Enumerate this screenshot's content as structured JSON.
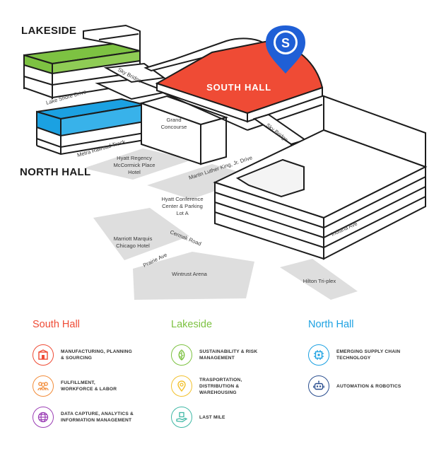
{
  "map": {
    "lakeside_label": "LAKESIDE",
    "north_hall_label": "NORTH HALL",
    "south_hall_label": "SOUTH HALL",
    "streets": {
      "lake_shore": "Lake Shore Drive",
      "sky_bridge_1": "Sky Bridge",
      "sky_bridge_2": "Sky Bridge",
      "metra": "Metra Railroad Track",
      "mlk": "Martin Luther King, Jr. Drive",
      "cermak": "Cermak Road",
      "prairie": "Prairie Ave",
      "indiana": "Indiana Ave"
    },
    "places": {
      "grand_concourse_1": "Grand",
      "grand_concourse_2": "Concourse",
      "hyatt_regency_1": "Hyatt Regency",
      "hyatt_regency_2": "McCormick Place",
      "hyatt_regency_3": "Hotel",
      "hyatt_conf_1": "Hyatt Conference",
      "hyatt_conf_2": "Center & Parking",
      "hyatt_conf_3": "Lot A",
      "marriott_1": "Marriott Marquis",
      "marriott_2": "Chicago Hotel",
      "wintrust": "Wintrust Arena",
      "hilton": "Hilton Tri-plex"
    },
    "marker_letter": "S",
    "colors": {
      "south": "#ef4b35",
      "lakeside": "#7dc242",
      "north": "#1ba1e2",
      "pin": "#1f5fd6",
      "block": "#dcdcdc"
    }
  },
  "legend": {
    "south": {
      "title": "South Hall",
      "color": "#ef4b35",
      "items": [
        {
          "icon": "factory-box-icon",
          "text": "MANUFACTURING, PLANNING\n& SOURCING"
        },
        {
          "icon": "workforce-people-icon",
          "text": "FULFILLMENT,\nWORKFORCE & LABOR"
        },
        {
          "icon": "globe-data-icon",
          "text": "DATA CAPTURE, ANALYTICS &\nINFORMATION MANAGEMENT"
        }
      ]
    },
    "lakeside": {
      "title": "Lakeside",
      "color": "#7dc242",
      "items": [
        {
          "icon": "leaf-icon",
          "text": "SUSTAINABILITY & RISK\nMANAGEMENT",
          "ring": "#7dc242"
        },
        {
          "icon": "location-pin-icon",
          "text": "TRASPORTATION,\nDISTRIBUTION &\nWAREHOUSING",
          "ring": "#f2c12e"
        },
        {
          "icon": "hand-package-icon",
          "text": "LAST MILE",
          "ring": "#3fb8a5"
        }
      ]
    },
    "north": {
      "title": "North Hall",
      "color": "#1ba1e2",
      "items": [
        {
          "icon": "chip-icon",
          "text": "EMERGING SUPPLY CHAIN\nTECHNOLOGY"
        },
        {
          "icon": "robot-icon",
          "text": "AUTOMATION & ROBOTICS"
        }
      ]
    }
  }
}
